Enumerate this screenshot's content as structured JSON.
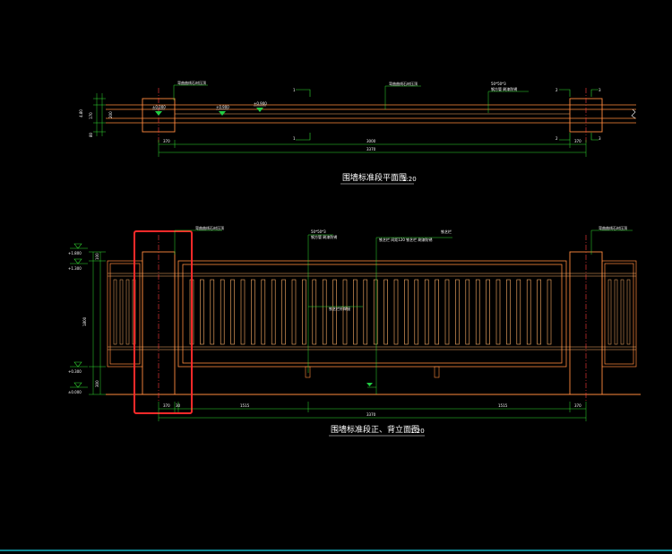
{
  "drawing": {
    "colors": {
      "background": "#000000",
      "wall": "#ff8a3d",
      "rail": "#ffb066",
      "dimension": "#ffffff",
      "leader": "#33dd33",
      "center_line": "#ff3b3b",
      "highlight": "#ff2a2a",
      "bottom_line": "#19d3e6",
      "marker": "#22cc44"
    }
  },
  "plan_view": {
    "title": "围墙标准段平面图",
    "scale": "1:20",
    "labels": {
      "left_note": "弯曲曲线石材压顶",
      "mid_note": "弯曲曲线石材压顶",
      "right_note1": "50*50*3",
      "right_note2": "钢方管 刷漆防锈",
      "marker1": "±0.000",
      "marker2": "+0.900",
      "marker3": "+0.900"
    },
    "dims": {
      "left_pier": "370",
      "span": "3000",
      "right_pier": "370",
      "total": "3370",
      "side_a": "4.80",
      "side_b": "170",
      "side_c": "200",
      "side_d": "80"
    },
    "section_marks": [
      "1",
      "1",
      "2",
      "2",
      "3",
      "3"
    ]
  },
  "elevation_view": {
    "title": "围墙标准段正、背立面图",
    "scale": "1:20",
    "labels": {
      "left_note": "弯曲曲线石材压顶",
      "mid_note1": "50*50*3",
      "mid_note2": "钢方管 刷漆防锈",
      "mid_note3": "铁艺栏",
      "mid_note4": "铁艺栏 间距120  铁艺栏 刷漆防锈",
      "right_note": "弯曲曲线石材压顶",
      "level_top": "+1.800",
      "level_mid": "+1.300",
      "level_low": "+0.300",
      "level_base": "±0.000",
      "center_note": "铁艺栏杆焊接"
    },
    "dims": {
      "left_pier": "370",
      "pier_inner": "30",
      "seg1": "1515",
      "seg2": "1515",
      "right_pier": "370",
      "total": "3370",
      "height": "1800",
      "h_top": "100",
      "h_low": "300"
    }
  }
}
